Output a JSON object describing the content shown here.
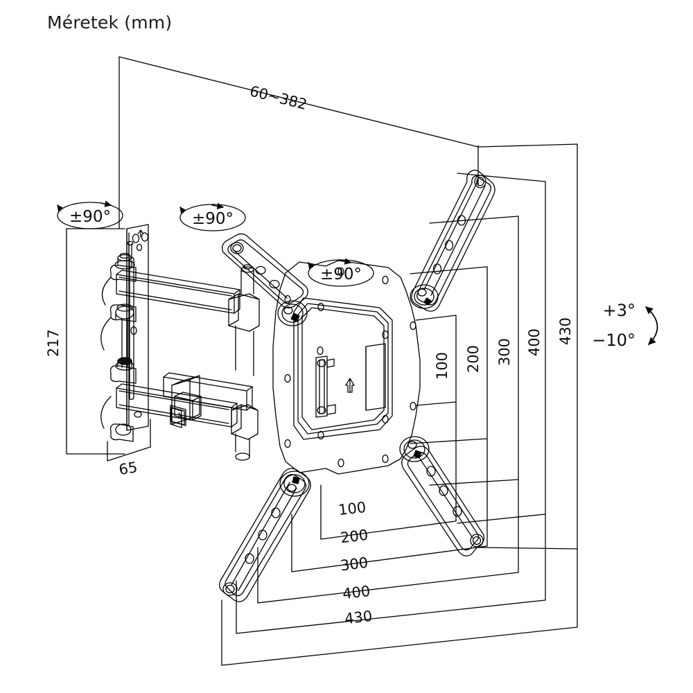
{
  "document": {
    "title": "Méretek (mm)",
    "language": "hu",
    "type": "technical-dimension-drawing",
    "subject": "full-motion-tv-wall-mount",
    "line_color": "#000000",
    "background_color": "#ffffff",
    "text_color": "#0d0d0d"
  },
  "dimensions": {
    "depth_range": {
      "label": "60~382",
      "name": "wall-to-screen-depth",
      "unit": "mm"
    },
    "plate_height": {
      "label": "217",
      "name": "wall-plate-height",
      "unit": "mm"
    },
    "plate_depth": {
      "label": "65",
      "name": "wall-plate-depth",
      "unit": "mm"
    },
    "vesa_vertical": [
      {
        "label": "100"
      },
      {
        "label": "200"
      },
      {
        "label": "300"
      },
      {
        "label": "400"
      },
      {
        "label": "430"
      }
    ],
    "vesa_horizontal": [
      {
        "label": "100"
      },
      {
        "label": "200"
      },
      {
        "label": "300"
      },
      {
        "label": "400"
      },
      {
        "label": "430"
      }
    ]
  },
  "angles": {
    "swivel": [
      {
        "label": "±90°",
        "name": "wall-plate-swivel"
      },
      {
        "label": "±90°",
        "name": "mid-arm-swivel"
      },
      {
        "label": "±90°",
        "name": "screen-plate-swivel"
      }
    ],
    "tilt_up": {
      "label": "+3°",
      "name": "tilt-up-angle"
    },
    "tilt_down": {
      "label": "−10°",
      "name": "tilt-down-angle"
    }
  },
  "icons": {
    "rotation": "rotation-arrow-icon",
    "tilt": "tilt-arc-arrow-icon",
    "orientation": "up-arrow-icon"
  }
}
